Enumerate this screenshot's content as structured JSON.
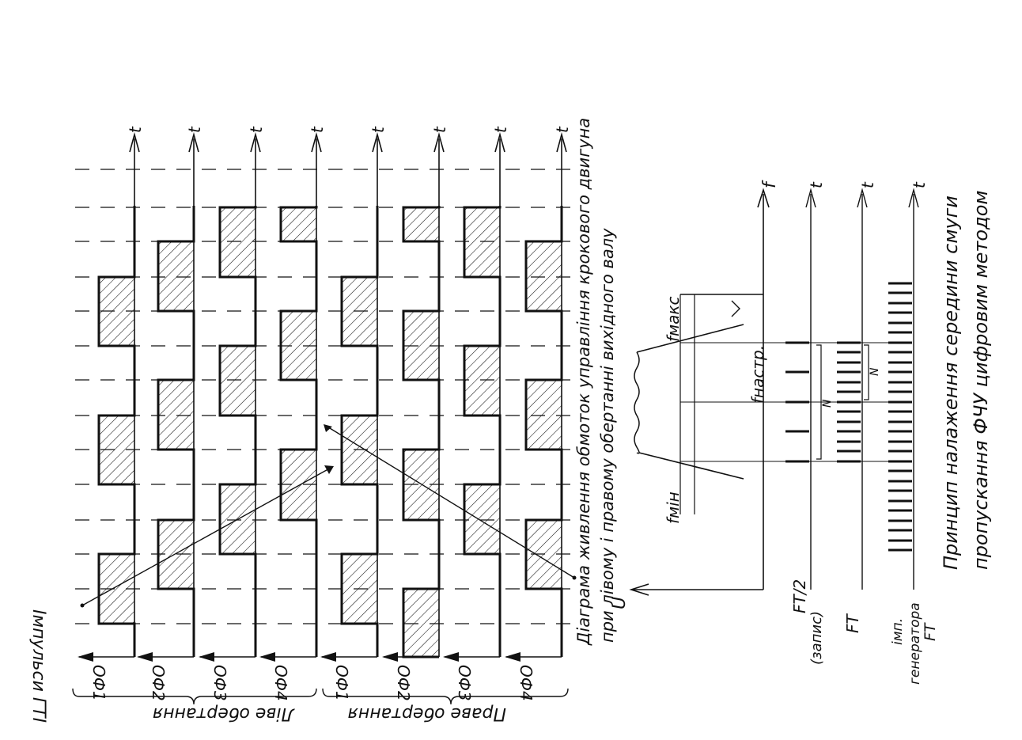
{
  "axis_symbols": {
    "time": "t",
    "frequency": "f",
    "voltage": "U"
  },
  "windings": {
    "left": [
      "ОФ1",
      "ОФ2",
      "ОФ3",
      "ОФ4"
    ],
    "right": [
      "ОФ1",
      "ОФ2",
      "ОФ3",
      "ОФ4"
    ]
  },
  "labels": {
    "pulses": "Імпульси ГТІ",
    "left_rotation": "Ліве обертання",
    "right_rotation": "Праве обертання",
    "caption_line1": "Діаграма живлення обмоток управління крокового двигуна",
    "caption_line2": "при лівому і правому обертанні вихідного валу",
    "f_max": "fмакс",
    "f_tune": "fнастр.",
    "f_min": "fмін",
    "count_n1": "N",
    "count_n2": "N",
    "half_ft": "FT/2",
    "record": "(запис)",
    "ft": "FT",
    "gen_line1": "імп.",
    "gen_line2": "генератора",
    "gen_line3": "FT",
    "principle_line1": "Принцип налаження середини смуги",
    "principle_line2": "пропускання ФЧУ цифровим методом"
  },
  "colors": {
    "ink": "#111111",
    "paper": "#ffffff"
  }
}
